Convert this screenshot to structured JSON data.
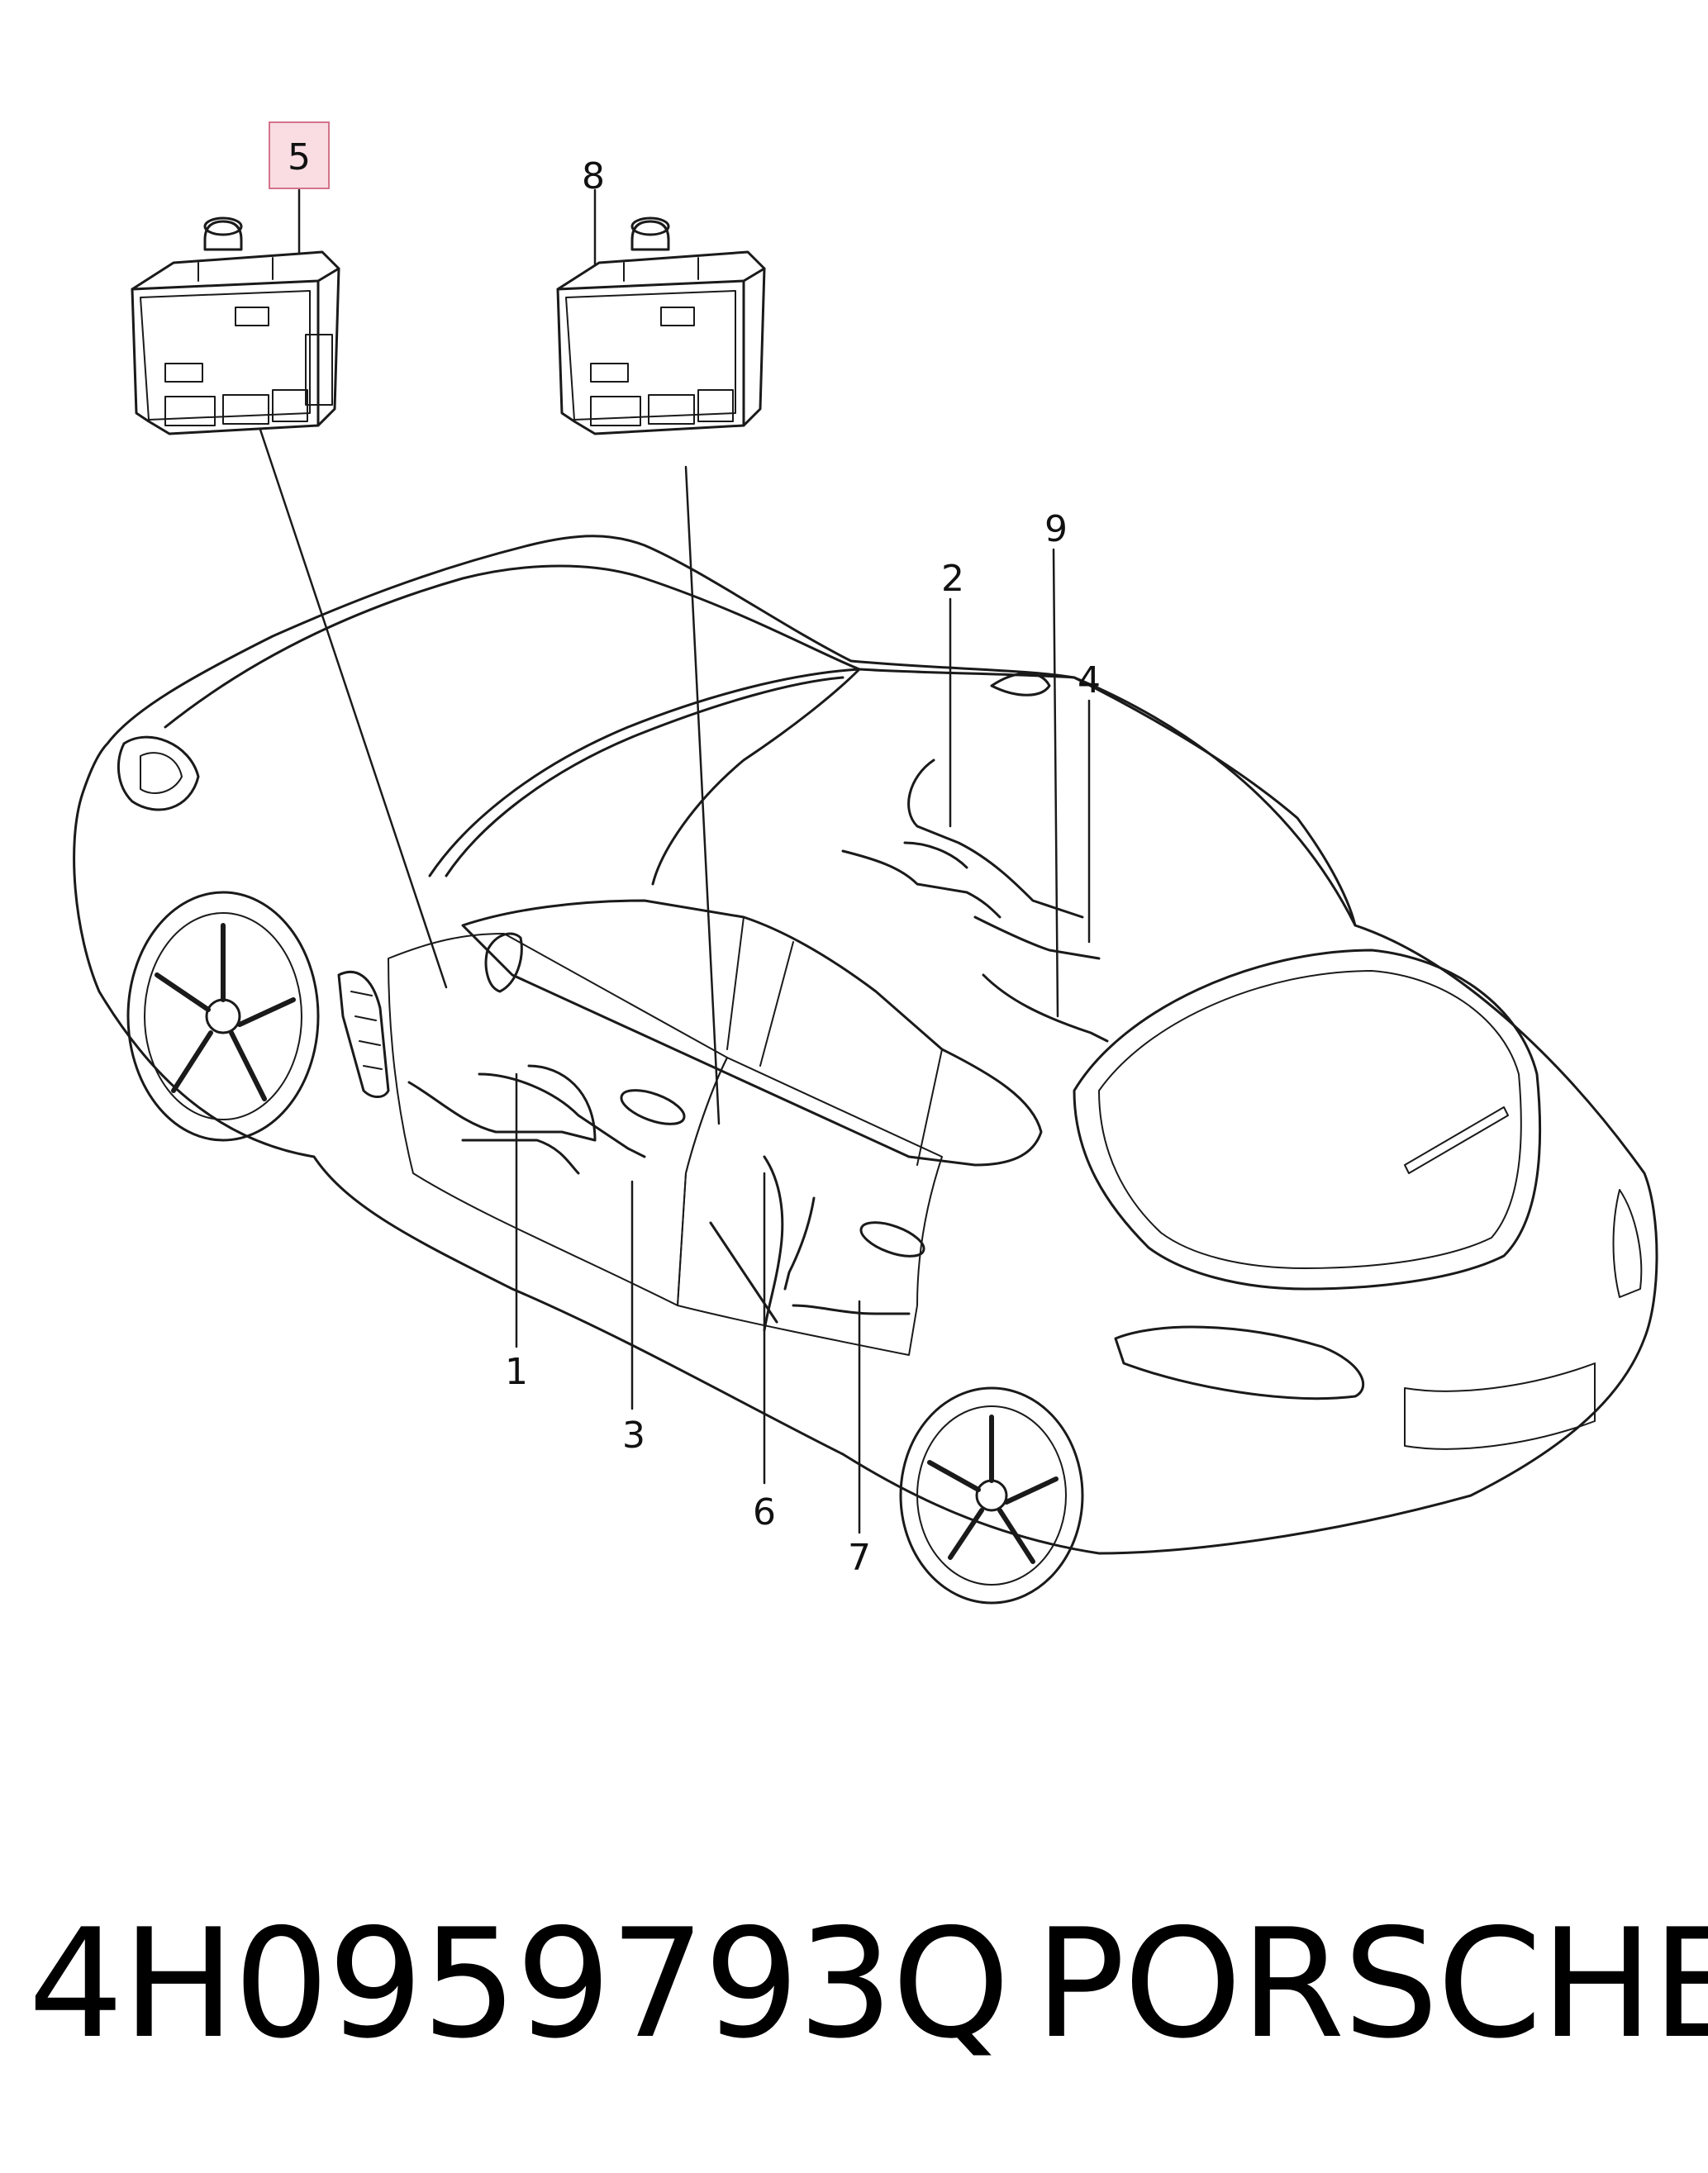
{
  "diagram": {
    "callouts": [
      {
        "id": "5",
        "label": "5",
        "highlighted": true
      },
      {
        "id": "8",
        "label": "8",
        "highlighted": false
      },
      {
        "id": "9",
        "label": "9",
        "highlighted": false
      },
      {
        "id": "2",
        "label": "2",
        "highlighted": false
      },
      {
        "id": "4",
        "label": "4",
        "highlighted": false
      },
      {
        "id": "1",
        "label": "1",
        "highlighted": false
      },
      {
        "id": "3",
        "label": "3",
        "highlighted": false
      },
      {
        "id": "6",
        "label": "6",
        "highlighted": false
      },
      {
        "id": "7",
        "label": "7",
        "highlighted": false
      }
    ],
    "highlight_fill": "#f9dde3",
    "highlight_stroke": "#d4738a",
    "line_color": "#1a1a1a"
  },
  "footer": {
    "part_number": "4H0959793Q",
    "brand": "PORSCHE"
  }
}
